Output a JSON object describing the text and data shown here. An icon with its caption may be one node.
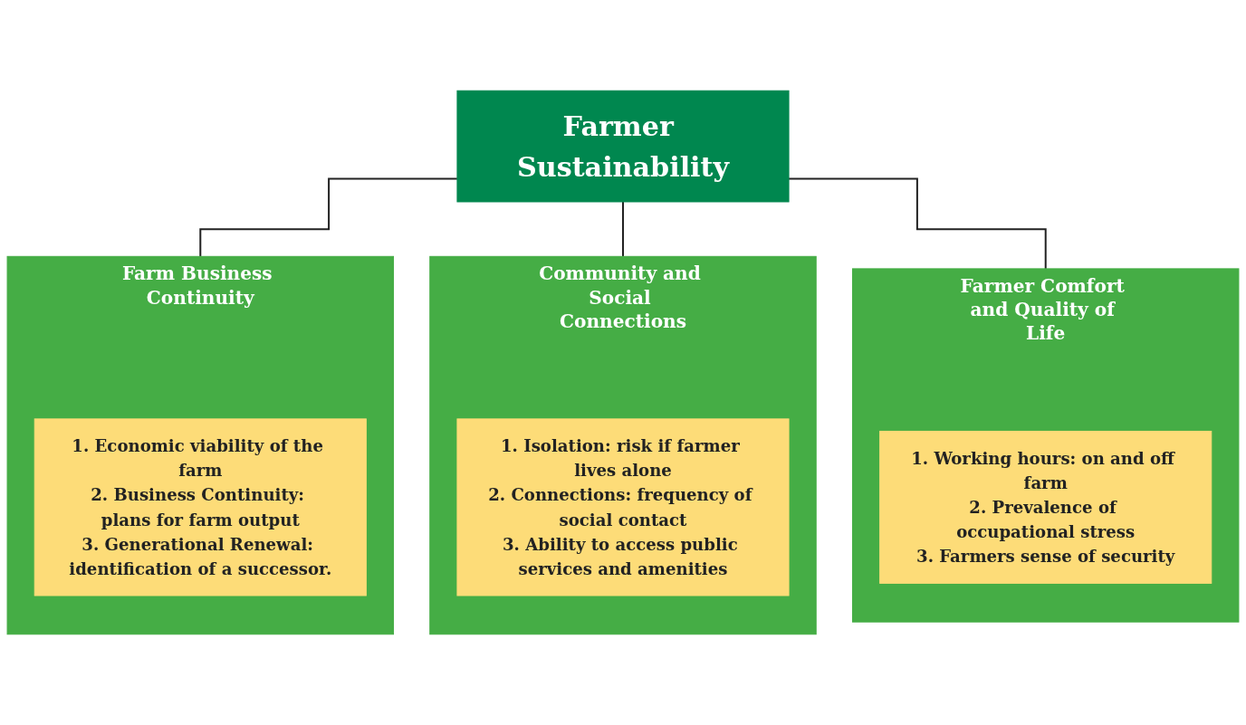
{
  "diagram": {
    "nodes": [
      {
        "text": [
          "Farmer Sustainability"
        ]
      },
      {
        "text": [
          "Farm Business Continuity"
        ]
      },
      {
        "text": [
          "1. Economic viability of the farm",
          "2. Business Continuity: plans for farm output",
          "3. Generational Renewal: identification of a successor."
        ],
        "in": 1
      },
      {
        "text": [
          "Community and Social Connections"
        ]
      },
      {
        "text": [
          "1. Isolation: risk if farmer lives alone",
          "2. Connections: frequency of social contact",
          "3. Ability to access public services and amenities"
        ],
        "in": 3
      },
      {
        "text": [
          "Farmer Comfort and Quality of Life"
        ]
      },
      {
        "text": [
          "1. Working hours: on and off farm",
          "2. Prevalence of occupational stress",
          "3. Farmers sense of security"
        ],
        "in": 5
      }
    ],
    "edges": [
      {
        "from": 0,
        "to": 1,
        "arrow": "none"
      },
      {
        "from": 0,
        "to": 3,
        "arrow": "none"
      },
      {
        "from": 0,
        "to": 5,
        "arrow": "none"
      }
    ]
  }
}
